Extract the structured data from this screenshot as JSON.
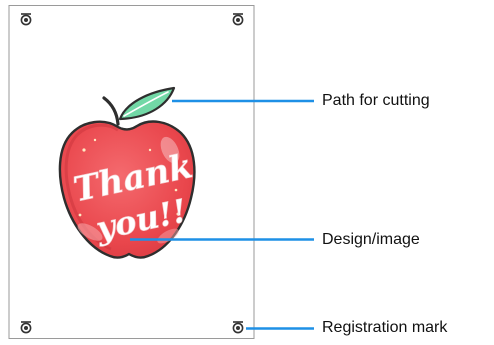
{
  "callouts": {
    "path_label": "Path for cutting",
    "design_label": "Design/image",
    "registration_label": "Registration mark"
  },
  "artwork": {
    "line1": "Thank",
    "line2": "you!!"
  },
  "colors": {
    "callout_line": "#1e90e6",
    "sheet_border": "#9a9a9a",
    "apple_red": "#ec4a4f",
    "apple_dark": "#d8343b",
    "leaf_green": "#6fd6a4",
    "outline": "#333333",
    "reg_mark": "#333333"
  },
  "icons": {
    "registration_mark": "concentric-target-icon"
  }
}
